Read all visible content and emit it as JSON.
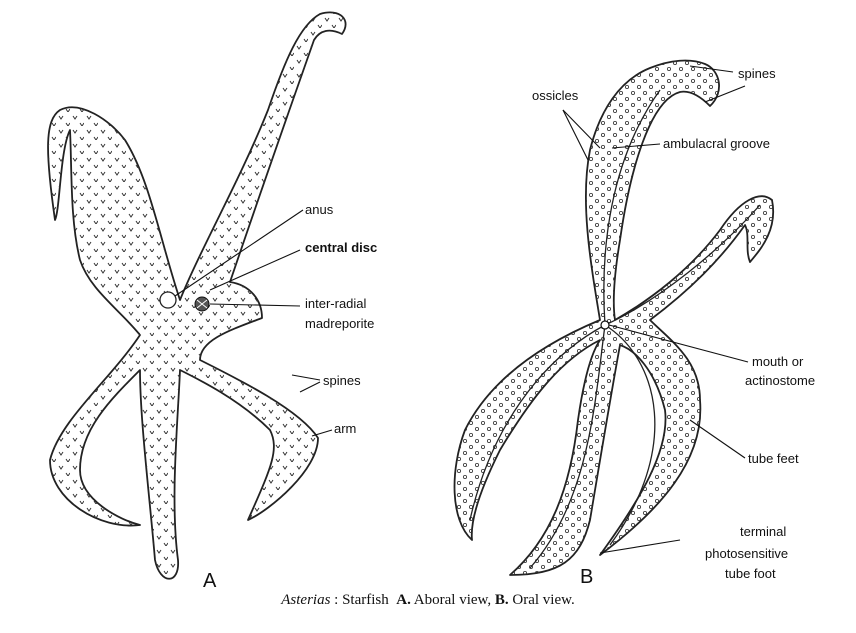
{
  "figure": {
    "panels": {
      "a": {
        "letter": "A"
      },
      "b": {
        "letter": "B"
      }
    },
    "labels_a": {
      "anus": "anus",
      "central_disc": "central disc",
      "madreporite_line1": "inter-radial",
      "madreporite_line2": "madreporite",
      "spines": "spines",
      "arm": "arm"
    },
    "labels_b": {
      "spines": "spines",
      "ossicles": "ossicles",
      "ambulacral_groove": "ambulacral groove",
      "mouth_line1": "mouth or",
      "mouth_line2": "actinostome",
      "tube_feet": "tube feet",
      "terminal_line1": "terminal",
      "terminal_line2": "photosensitive",
      "terminal_line3": "tube foot"
    },
    "caption": {
      "genus": "Asterias",
      "sep": ":",
      "common": "Starfish",
      "a_letter": "A.",
      "a_text": "Aboral view,",
      "b_letter": "B.",
      "b_text": "Oral view."
    }
  }
}
